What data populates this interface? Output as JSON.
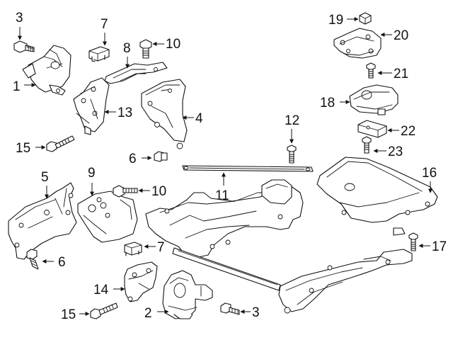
{
  "callouts": {
    "c1": "1",
    "c2": "2",
    "c3a": "3",
    "c3b": "3",
    "c4": "4",
    "c5": "5",
    "c6a": "6",
    "c6b": "6",
    "c7a": "7",
    "c7b": "7",
    "c8": "8",
    "c9": "9",
    "c10a": "10",
    "c10b": "10",
    "c11": "11",
    "c12": "12",
    "c13": "13",
    "c14": "14",
    "c15a": "15",
    "c15b": "15",
    "c16": "16",
    "c17": "17",
    "c18": "18",
    "c19": "19",
    "c20": "20",
    "c21": "21",
    "c22": "22",
    "c23": "23"
  }
}
